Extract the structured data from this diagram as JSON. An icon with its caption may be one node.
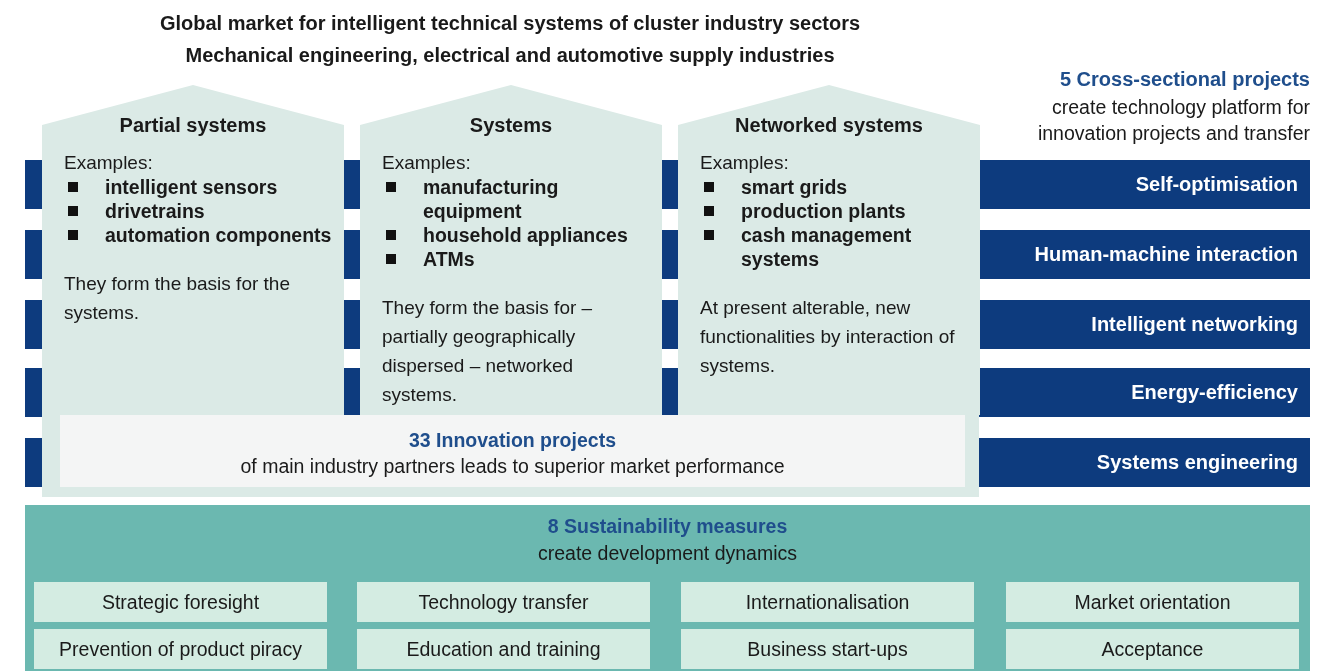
{
  "diagram": {
    "title": "Global market for intelligent technical systems of cluster industry sectors",
    "nodes": [
      {
        "text": [
          "Partial systems",
          "Examples:",
          "intelligent sensors",
          "drivetrains",
          "automation components",
          "They form the basis for the systems."
        ]
      },
      {
        "text": [
          "Systems",
          "Examples:",
          "manufacturing equipment",
          "household appliances",
          "ATMs",
          "They form the basis for – partially geographically dispersed – networked systems."
        ]
      },
      {
        "text": [
          "Networked systems",
          "Examples:",
          "smart grids",
          "production plants",
          "cash management systems",
          "At present alterable, new functionalities by interaction of systems."
        ]
      },
      {
        "text": [
          "33 Innovation projects",
          "of main industry partners leads to superior market performance"
        ]
      },
      {
        "text": [
          "Self-optimisation"
        ]
      },
      {
        "text": [
          "Human-machine interaction"
        ]
      },
      {
        "text": [
          "Intelligent networking"
        ]
      },
      {
        "text": [
          "Energy-efficiency"
        ]
      },
      {
        "text": [
          "Systems engineering"
        ]
      },
      {
        "text": [
          "8 Sustainability measures",
          "create development dynamics"
        ]
      },
      {
        "text": [
          "Strategic foresight"
        ],
        "in": 9
      },
      {
        "text": [
          "Technology transfer"
        ],
        "in": 9
      },
      {
        "text": [
          "Internationalisation"
        ],
        "in": 9
      },
      {
        "text": [
          "Market orientation"
        ],
        "in": 9
      },
      {
        "text": [
          "Prevention of product piracy"
        ],
        "in": 9
      },
      {
        "text": [
          "Education and training"
        ],
        "in": 9
      },
      {
        "text": [
          "Business start-ups"
        ],
        "in": 9
      },
      {
        "text": [
          "Acceptance"
        ],
        "in": 9
      }
    ],
    "labels": [
      "Mechanical engineering, electrical and automotive supply industries",
      "5 Cross-sectional projects",
      "create technology platform for innovation projects and transfer"
    ]
  }
}
